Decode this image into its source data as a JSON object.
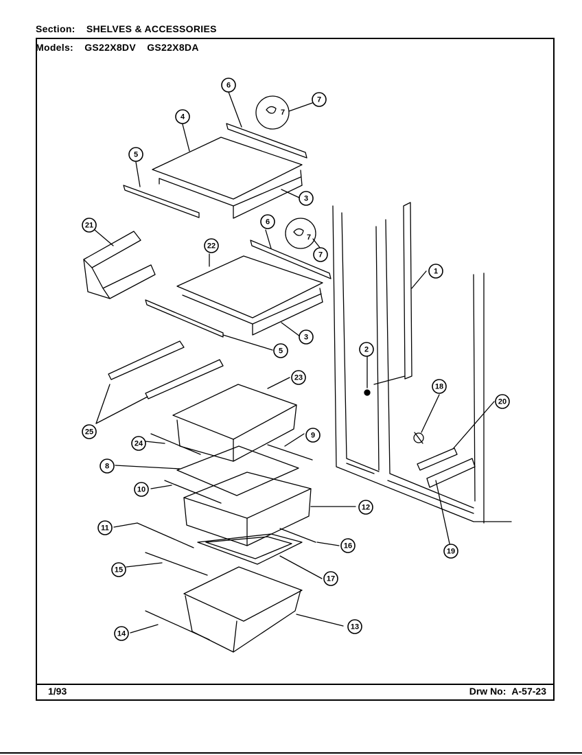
{
  "header": {
    "section_label": "Section:",
    "section_value": "SHELVES & ACCESSORIES",
    "models_label": "Models:",
    "models": [
      "GS22X8DV",
      "GS22X8DA"
    ]
  },
  "footer": {
    "date": "1/93",
    "drawing_label": "Drw No:",
    "drawing_number": "A-57-23"
  },
  "callouts": [
    "6",
    "7",
    "4",
    "5",
    "3",
    "21",
    "6",
    "7",
    "22",
    "1",
    "3",
    "5",
    "2",
    "23",
    "18",
    "20",
    "25",
    "24",
    "9",
    "8",
    "10",
    "12",
    "19",
    "11",
    "16",
    "15",
    "17",
    "14",
    "13"
  ],
  "inset_labels": [
    "7",
    "7"
  ]
}
